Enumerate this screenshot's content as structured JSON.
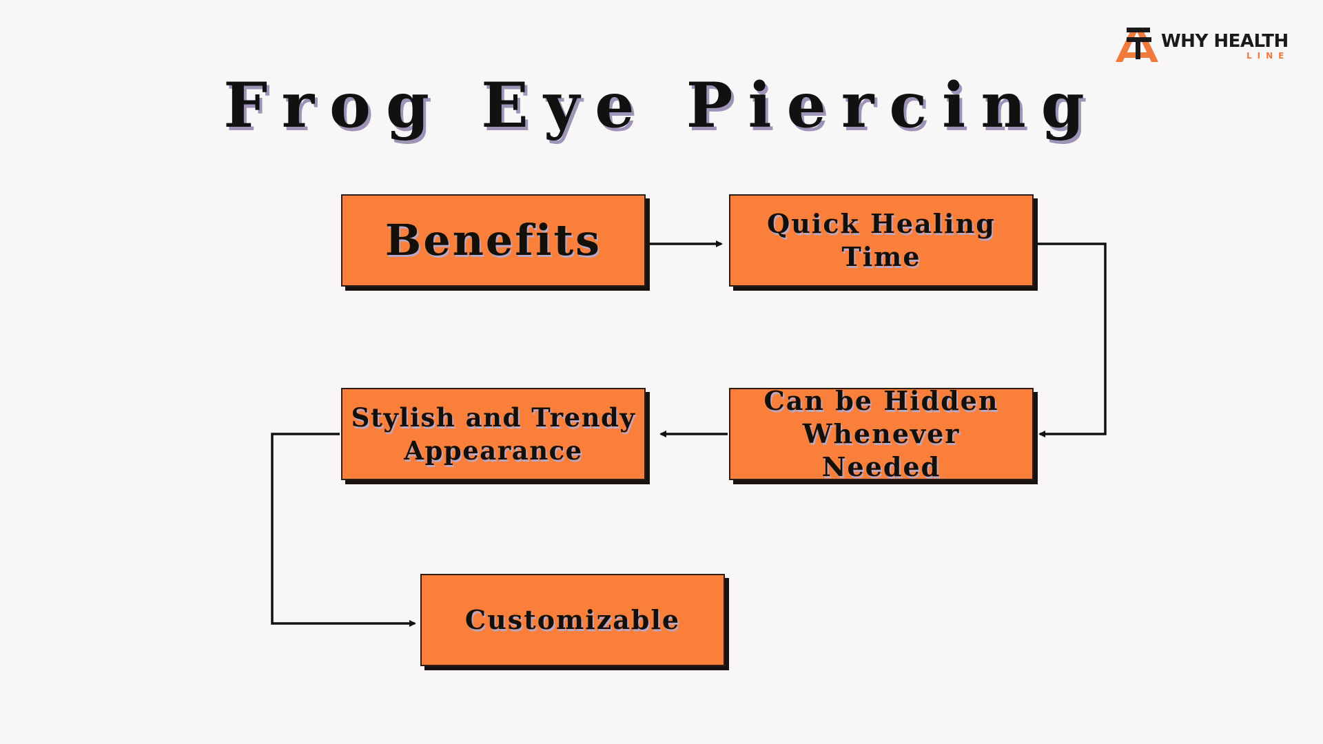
{
  "title": "Frog Eye Piercing",
  "logo": {
    "main": "WHY HEALTH",
    "sub": "LINE"
  },
  "nodes": [
    {
      "id": "benefits",
      "label": "Benefits"
    },
    {
      "id": "quick",
      "label": "Quick Healing Time"
    },
    {
      "id": "hidden",
      "label": "Can be Hidden Whenever Needed"
    },
    {
      "id": "stylish",
      "label": "Stylish and Trendy Appearance"
    },
    {
      "id": "custom",
      "label": "Customizable"
    }
  ],
  "edges": [
    {
      "from": "benefits",
      "to": "quick"
    },
    {
      "from": "quick",
      "to": "hidden"
    },
    {
      "from": "hidden",
      "to": "stylish"
    },
    {
      "from": "stylish",
      "to": "custom"
    }
  ],
  "colors": {
    "box_fill": "#fa7f3b",
    "title_shadow": "#9e94b8",
    "logo_accent": "#f07a3c",
    "connector": "#111111",
    "background": "#f8f6f7"
  }
}
